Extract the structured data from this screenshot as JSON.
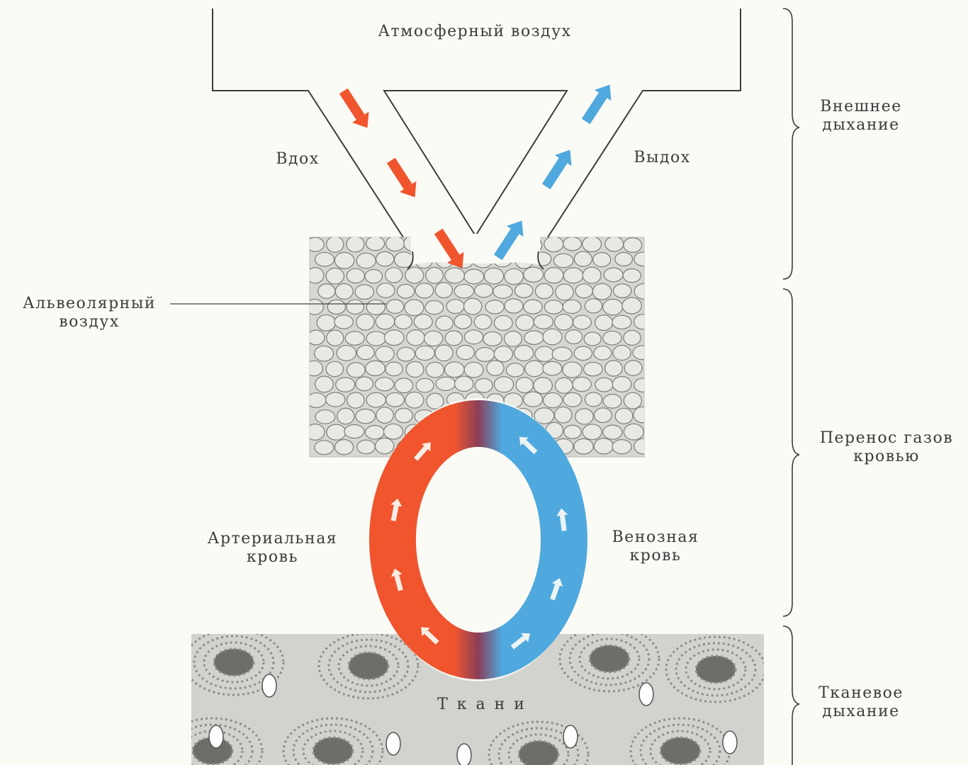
{
  "labels": {
    "atmosphere": "Атмосферный воздух",
    "inhale": "Вдох",
    "exhale": "Выдох",
    "alveolar_line1": "Альвеолярный",
    "alveolar_line2": "воздух",
    "arterial_line1": "Артериальная",
    "arterial_line2": "кровь",
    "venous_line1": "Венозная",
    "venous_line2": "кровь",
    "tissues": "Т к а н и"
  },
  "stages": {
    "external_line1": "Внешнее",
    "external_line2": "дыхание",
    "transport_line1": "Перенос газов",
    "transport_line2": "кровью",
    "tissue_line1": "Тканевое",
    "tissue_line2": "дыхание"
  },
  "colors": {
    "arterial": "#f0552e",
    "venous": "#4fa9de",
    "transition": "#8a3f5a",
    "outline": "#3c3c3c",
    "alveoli_fill": "#e9e9e4",
    "tissue_fill": "#cfcfcb"
  }
}
